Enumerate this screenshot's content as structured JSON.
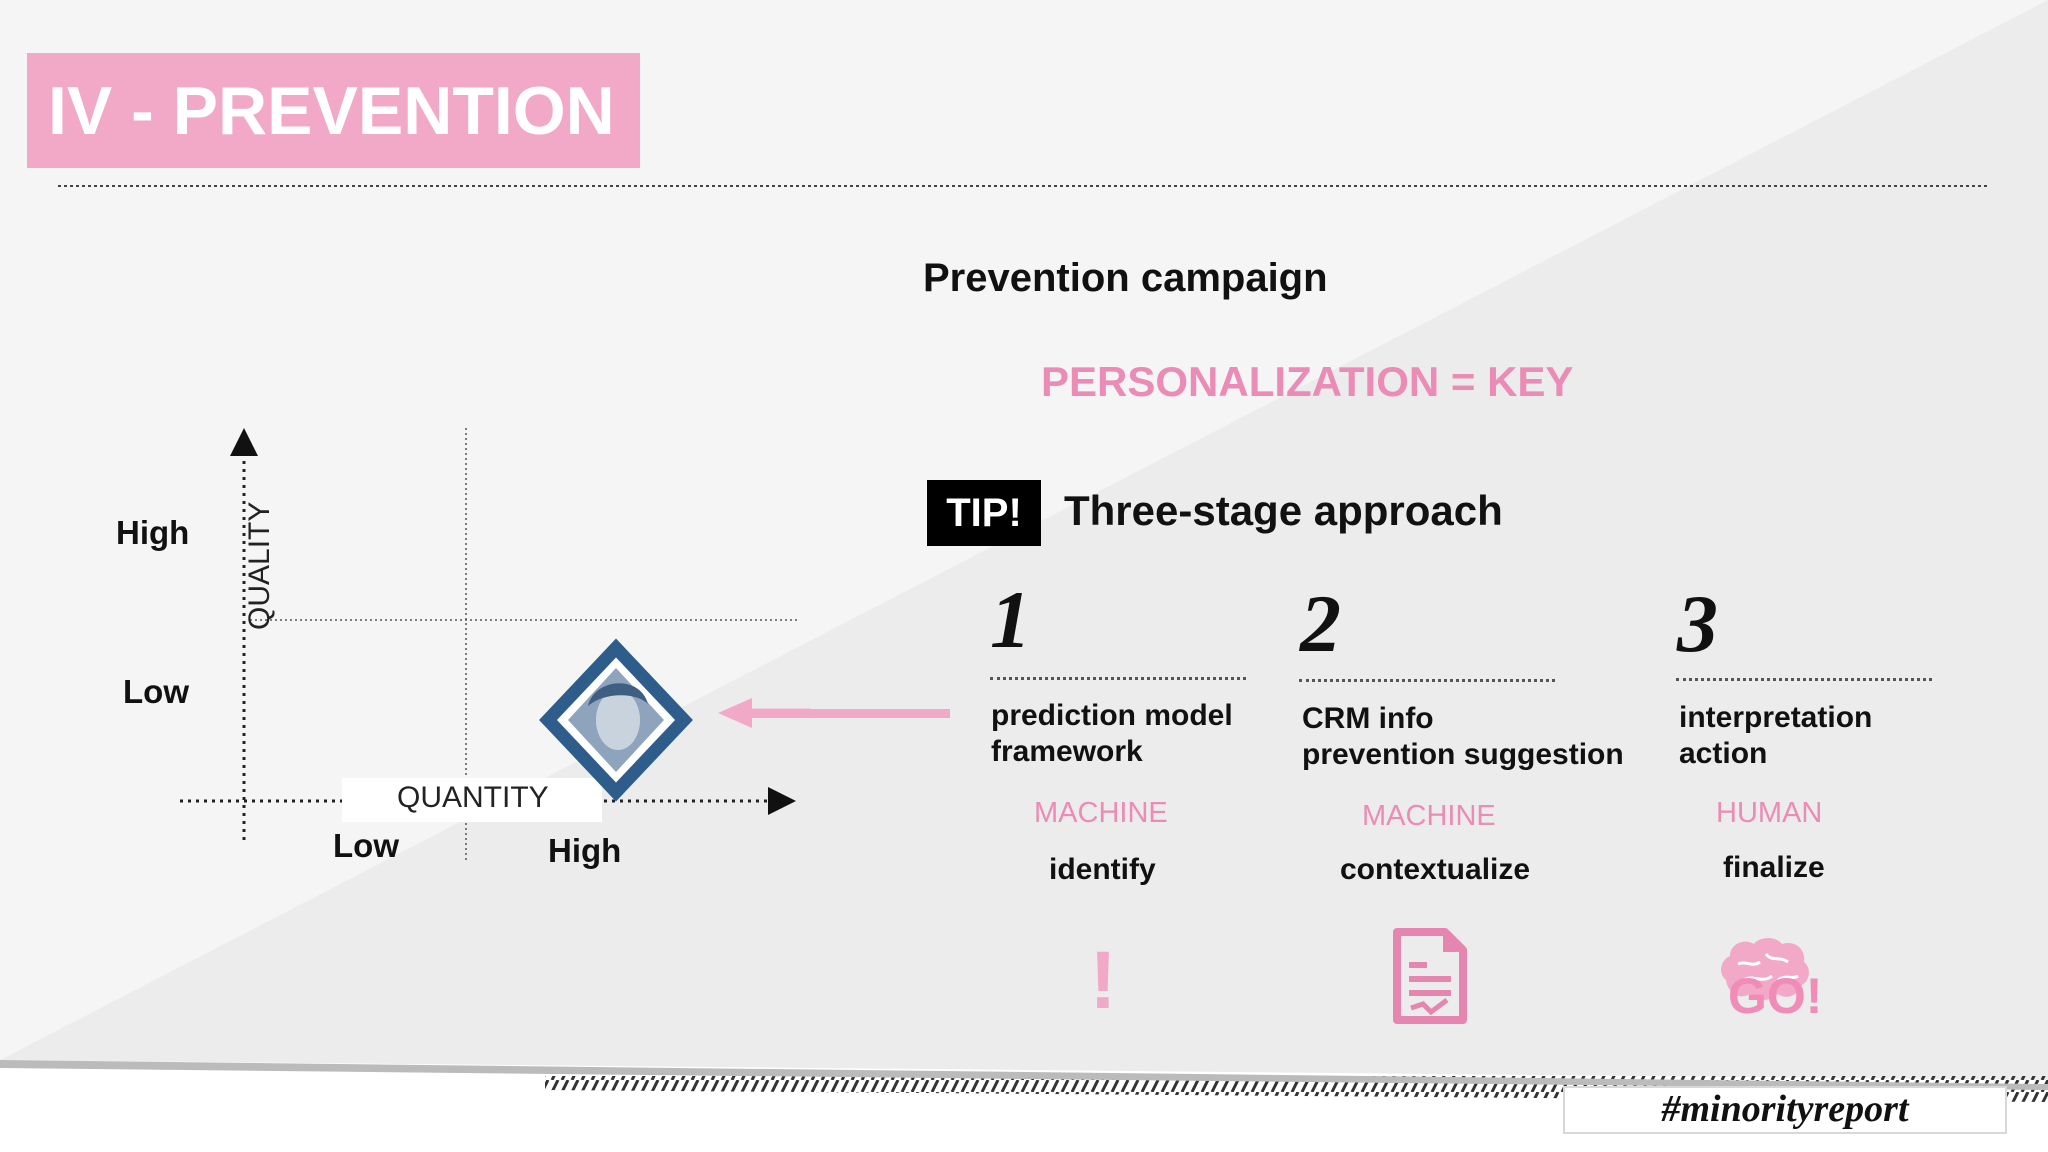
{
  "title": "IV - PREVENTION",
  "heading": "Prevention campaign",
  "key_message": "PERSONALIZATION = KEY",
  "tip": {
    "badge": "TIP!",
    "title": "Three-stage approach"
  },
  "stages": [
    {
      "number": "1",
      "line1": "prediction model",
      "line2": "framework",
      "agent": "MACHINE",
      "verb": "identify",
      "icon": "exclamation-icon",
      "icon_text": "!"
    },
    {
      "number": "2",
      "line1": "CRM info",
      "line2": "prevention suggestion",
      "agent": "MACHINE",
      "verb": "contextualize",
      "icon": "document-check-icon"
    },
    {
      "number": "3",
      "line1": "interpretation",
      "line2": "action",
      "agent": "HUMAN",
      "verb": "finalize",
      "icon": "brain-icon",
      "icon_text": "GO!"
    }
  ],
  "matrix": {
    "y_axis_label": "QUALITY",
    "x_axis_label": "QUANTITY",
    "y_high": "High",
    "y_low": "Low",
    "x_low": "Low",
    "x_high": "High",
    "marker": "portrait-diamond"
  },
  "hashtag": "#minorityreport",
  "colors": {
    "accent_pink": "#f2a9c7",
    "text_pink": "#eb8cb6",
    "diamond_blue": "#2e5d8c",
    "tip_badge": "#000000"
  }
}
